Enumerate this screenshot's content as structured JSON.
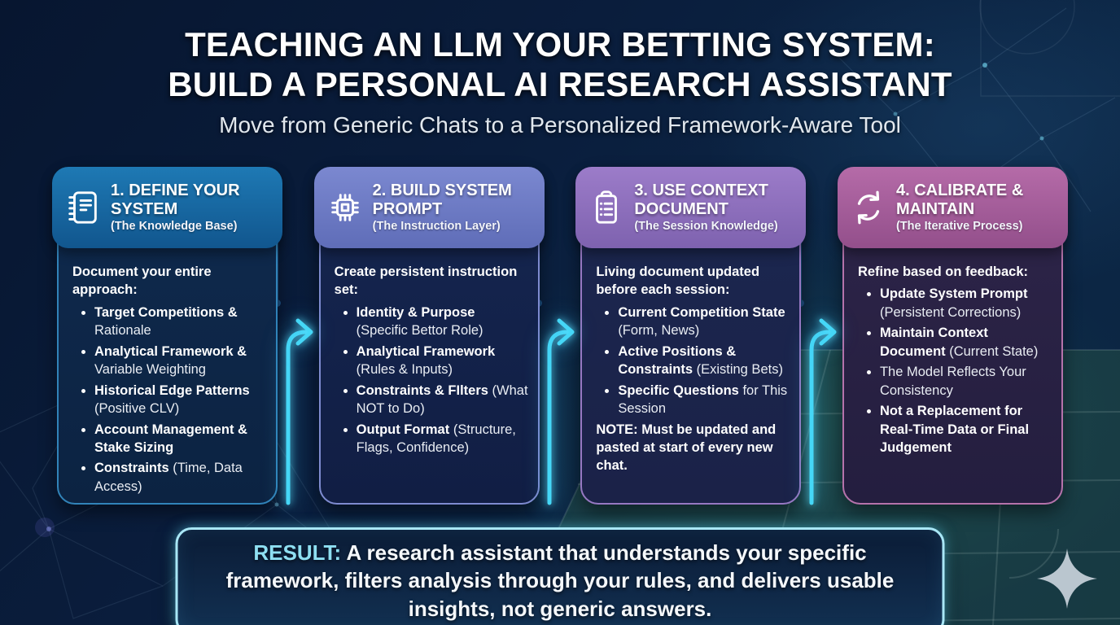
{
  "page": {
    "title_line1": "TEACHING AN LLM YOUR BETTING SYSTEM:",
    "title_line2": "BUILD A PERSONAL AI RESEARCH ASSISTANT",
    "subtitle": "Move from Generic Chats to a Personalized Framework-Aware Tool"
  },
  "cards": [
    {
      "icon": "notebook-icon",
      "title": "1. DEFINE YOUR SYSTEM",
      "subtitle": "(The Knowledge Base)",
      "intro": "Document your entire approach:",
      "bullets": [
        [
          {
            "text": "Target Competitions &",
            "bold": true
          },
          {
            "text": " Rationale",
            "bold": false
          }
        ],
        [
          {
            "text": "Analytical Framework &",
            "bold": true
          },
          {
            "text": " Variable Weighting",
            "bold": false
          }
        ],
        [
          {
            "text": "Historical Edge Patterns",
            "bold": true
          },
          {
            "text": " (Positive CLV)",
            "bold": false
          }
        ],
        [
          {
            "text": "Account Management & Stake Sizing",
            "bold": true
          }
        ],
        [
          {
            "text": "Constraints",
            "bold": true
          },
          {
            "text": " (Time, Data Access)",
            "bold": false
          }
        ]
      ],
      "note": "",
      "colors": {
        "header_top": "#1e79b4",
        "header_bottom": "#11568e",
        "border": "#3183b9",
        "body_top": "#0f2a4e",
        "body_bottom": "#0c2342"
      }
    },
    {
      "icon": "chip-icon",
      "title": "2. BUILD SYSTEM PROMPT",
      "subtitle": "(The Instruction Layer)",
      "intro": "Create persistent instruction set:",
      "bullets": [
        [
          {
            "text": "Identity & Purpose",
            "bold": true
          },
          {
            "text": " (Specific Bettor Role)",
            "bold": false
          }
        ],
        [
          {
            "text": "Analytical Framework",
            "bold": true
          },
          {
            "text": " (Rules & Inputs)",
            "bold": false
          }
        ],
        [
          {
            "text": "Constraints & FIlters",
            "bold": true
          },
          {
            "text": " (What NOT to Do)",
            "bold": false
          }
        ],
        [
          {
            "text": "Output Format",
            "bold": true
          },
          {
            "text": " (Structure, Flags, Confidence)",
            "bold": false
          }
        ]
      ],
      "note": "",
      "colors": {
        "header_top": "#7b88d0",
        "header_bottom": "#5f6db8",
        "border": "#7e8bd0",
        "body_top": "#152650",
        "body_bottom": "#111e44"
      }
    },
    {
      "icon": "clipboard-icon",
      "title": "3. USE CONTEXT DOCUMENT",
      "subtitle": "(The Session Knowledge)",
      "intro": "Living document updated before each session:",
      "bullets": [
        [
          {
            "text": "Current Competition State",
            "bold": true
          },
          {
            "text": " (Form, News)",
            "bold": false
          }
        ],
        [
          {
            "text": "Active Positions & Constraints",
            "bold": true
          },
          {
            "text": " (Existing Bets)",
            "bold": false
          }
        ],
        [
          {
            "text": "Specific Questions",
            "bold": true
          },
          {
            "text": " for This Session",
            "bold": false
          }
        ]
      ],
      "note": "NOTE: Must be updated and pasted at start of every new chat.",
      "colors": {
        "header_top": "#9c7cc9",
        "header_bottom": "#7e62af",
        "border": "#9678c2",
        "body_top": "#1b2750",
        "body_bottom": "#1b2248"
      }
    },
    {
      "icon": "refresh-icon",
      "title": "4. CALIBRATE & MAINTAIN",
      "subtitle": "(The Iterative Process)",
      "intro": "Refine based on feedback:",
      "bullets": [
        [
          {
            "text": "Update System Prompt",
            "bold": true
          },
          {
            "text": " (Persistent Corrections)",
            "bold": false
          }
        ],
        [
          {
            "text": "Maintain Context Document",
            "bold": true
          },
          {
            "text": " (Current State)",
            "bold": false
          }
        ],
        [
          {
            "text": "The Model Reflects Your Consistency",
            "bold": false
          }
        ],
        [
          {
            "text": "Not a Replacement for Real-Time Data or Final Judgement",
            "bold": true
          }
        ]
      ],
      "note": "",
      "colors": {
        "header_top": "#b56ba8",
        "header_bottom": "#934f8b",
        "border": "#b573ab",
        "body_top": "#2e2549",
        "body_bottom": "#241e3f"
      }
    }
  ],
  "result": {
    "label": "RESULT:",
    "text": " A research assistant that understands your specific framework, filters analysis through your rules, and delivers usable insights, not generic answers."
  },
  "colors": {
    "arrow": "#45d7f7",
    "result_border": "#a9e7f6",
    "result_label": "#8edff2",
    "sparkle": "#c9d2db",
    "trace": "#1d4f80"
  }
}
